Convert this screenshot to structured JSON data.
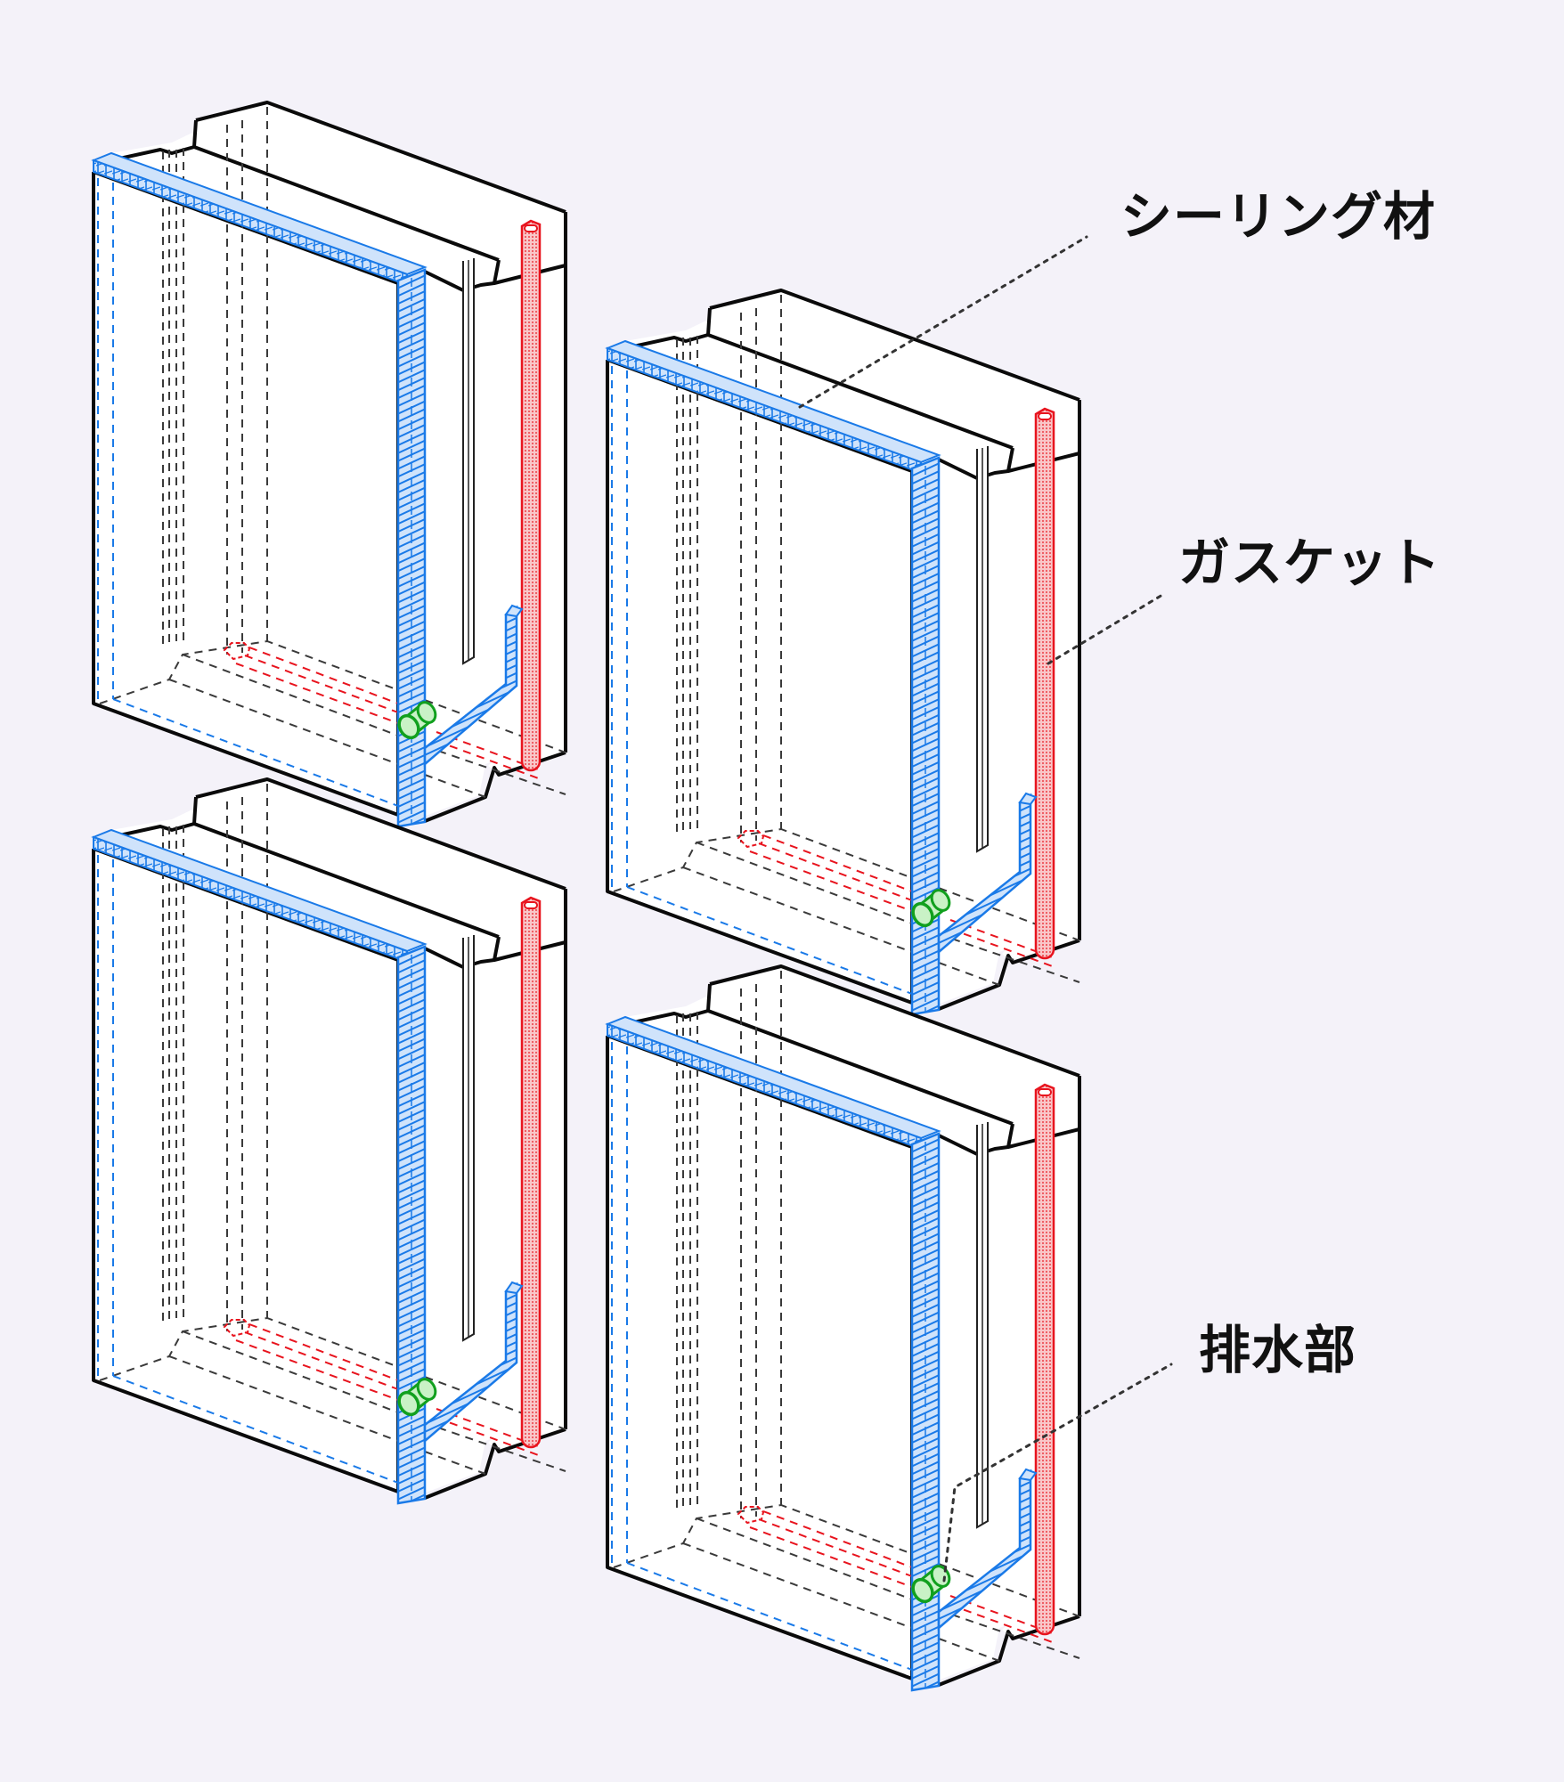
{
  "labels": {
    "sealing": "シーリング材",
    "gasket": "ガスケット",
    "drain": "排水部"
  },
  "legend_items": [
    {
      "key": "sealing",
      "component": "sealing-material",
      "color": "#1a7ae8"
    },
    {
      "key": "gasket",
      "component": "gasket",
      "color": "#e8141e"
    },
    {
      "key": "drain",
      "component": "drain",
      "color": "#11a01e"
    }
  ],
  "colors": {
    "background": "#f4f2f9",
    "block_face": "#ffffff",
    "outline": "#0a0a0a",
    "hidden_line": "#3a3a3a",
    "sealing_stroke": "#1a7ae8",
    "sealing_fill": "#cfe3fb",
    "gasket_stroke": "#e8141e",
    "gasket_fill": "#f7b9bc",
    "drain_stroke": "#11a01e",
    "drain_fill": "#c9f2c6",
    "leader": "#333333"
  },
  "blocks": [
    {
      "id": "block-top-left"
    },
    {
      "id": "block-top-right"
    },
    {
      "id": "block-bottom-left"
    },
    {
      "id": "block-bottom-right"
    }
  ]
}
